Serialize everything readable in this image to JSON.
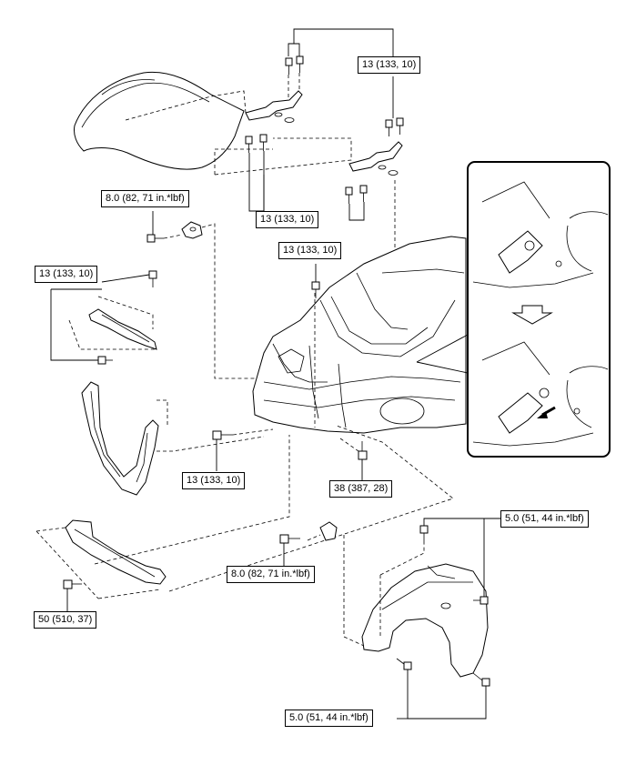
{
  "torque_labels": {
    "hood_hinge_upper": "13 (133, 10)",
    "hood_hinge_lower": "13 (133, 10)",
    "hood_lock_bracket": "8.0 (82, 71 in.*lbf)",
    "support_upper": "13 (133, 10)",
    "apron_center": "13 (133, 10)",
    "support_side": "13 (133, 10)",
    "frame_bolt": "38 (387, 28)",
    "bumper_reinforcement": "50 (510, 37)",
    "fender_bracket": "8.0 (82, 71 in.*lbf)",
    "fender_upper": "5.0 (51, 44 in.*lbf)",
    "fender_lower": "5.0 (51, 44 in.*lbf)"
  }
}
